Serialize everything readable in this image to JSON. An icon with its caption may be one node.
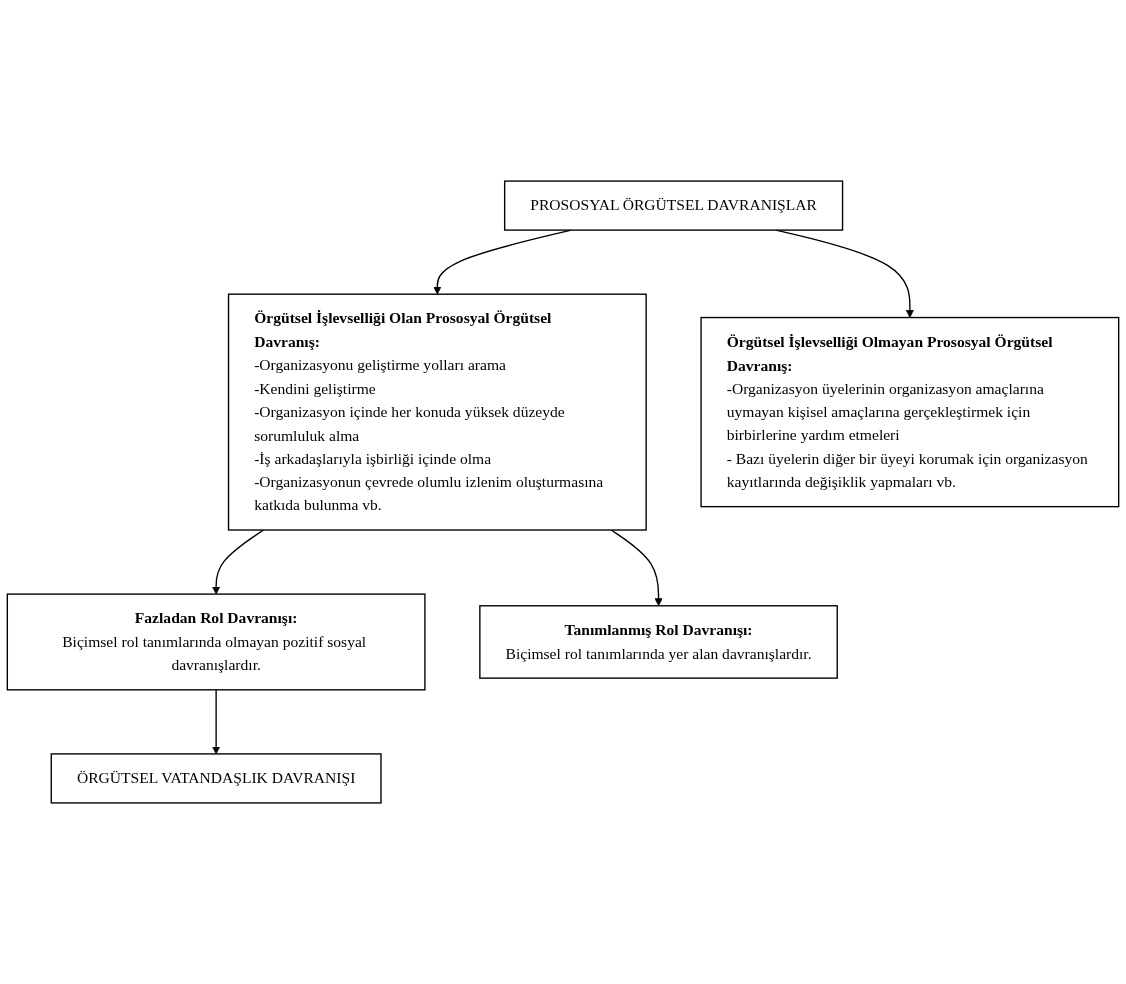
{
  "diagram": {
    "nodes": [
      {
        "text": [
          "PROSOSYAL ÖRGÜTSEL DAVRANIŞLAR"
        ]
      },
      {
        "text": [
          "Örgütsel İşlevselliği Olan Prososyal Örgütsel Davranış:",
          "-Organizasyonu geliştirme yolları arama",
          "-Kendini geliştirme",
          "-Organizasyon içinde her konuda yüksek düzeyde sorumluluk alma",
          "-İş arkadaşlarıyla işbirliği içinde olma",
          "-Organizasyonun çevrede olumlu izlenim oluşturmasına katkıda bulunma vb."
        ]
      },
      {
        "text": [
          "Örgütsel İşlevselliği Olmayan Prososyal Örgütsel Davranış:",
          "-Organizasyon üyelerinin organizasyon amaçlarına uymayan kişisel amaçlarına gerçekleştirmek için birbirlerine yardım etmeleri",
          "- Bazı üyelerin diğer bir üyeyi korumak için organizasyon kayıtlarında değişiklik yapmaları vb."
        ]
      },
      {
        "text": [
          "Fazladan Rol Davranışı:",
          "Biçimsel rol tanımlarında olmayan pozitif sosyal davranışlardır."
        ]
      },
      {
        "text": [
          "Tanımlanmış Rol Davranışı:",
          "Biçimsel rol tanımlarında yer alan davranışlardır."
        ]
      },
      {
        "text": [
          "ÖRGÜTSEL VATANDAŞLIK DAVRANIŞI"
        ]
      }
    ],
    "edges": [
      {
        "from": 0,
        "to": 1,
        "arrow": "to"
      },
      {
        "from": 0,
        "to": 2,
        "arrow": "to"
      },
      {
        "from": 1,
        "to": 3,
        "arrow": "to"
      },
      {
        "from": 1,
        "to": 4,
        "arrow": "to"
      },
      {
        "from": 3,
        "to": 5,
        "arrow": "to"
      }
    ]
  }
}
